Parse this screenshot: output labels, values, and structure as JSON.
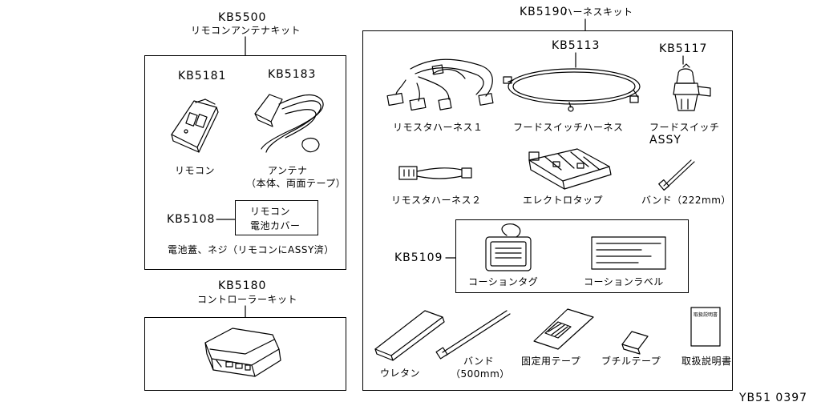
{
  "kit_antenna": {
    "code": "KB5500",
    "name": "リモコンアンテナキット",
    "remote": {
      "code": "KB5181",
      "label": "リモコン"
    },
    "antenna": {
      "code": "KB5183",
      "label": "アンテナ",
      "note": "（本体、両面テープ）"
    },
    "cover": {
      "code": "KB5108",
      "line1": "リモコン",
      "line2": "電池カバー"
    },
    "footnote": "電池蓋、ネジ（リモコンにASSY済）"
  },
  "kit_controller": {
    "code": "KB5180",
    "name": "コントローラーキット"
  },
  "kit_harness": {
    "code": "KB5190",
    "name": "ハーネスキット",
    "remote_harness_1": "リモスタハーネス１",
    "hood_switch_harness": {
      "code": "KB5113",
      "label": "フードスイッチハーネス"
    },
    "hood_switch": {
      "code": "KB5117",
      "line1": "フードスイッチ",
      "line2": "ASSY"
    },
    "remote_harness_2": "リモスタハーネス２",
    "electro_tap": "エレクトロタップ",
    "band_222": "バンド（222mm）",
    "caution": {
      "code": "KB5109",
      "tag": "コーションタグ",
      "label": "コーションラベル"
    },
    "urethane": "ウレタン",
    "band_500_line1": "バンド",
    "band_500_line2": "（500mm）",
    "fixing_tape": "固定用テープ",
    "butyl_tape": "ブチルテープ",
    "manual_label": "取扱説明書",
    "manual_cover_text": "取扱説明書"
  },
  "diagram_id": "YB51 0397",
  "colors": {
    "line": "#000000",
    "background": "#ffffff"
  },
  "icons": [
    "remote-icon",
    "antenna-icon",
    "controller-icon",
    "harness-icon",
    "hood-switch-icon",
    "connector-icon",
    "electro-tap-icon",
    "band-icon",
    "caution-tag-icon",
    "caution-label-icon",
    "urethane-icon",
    "tape-icon",
    "manual-icon"
  ]
}
